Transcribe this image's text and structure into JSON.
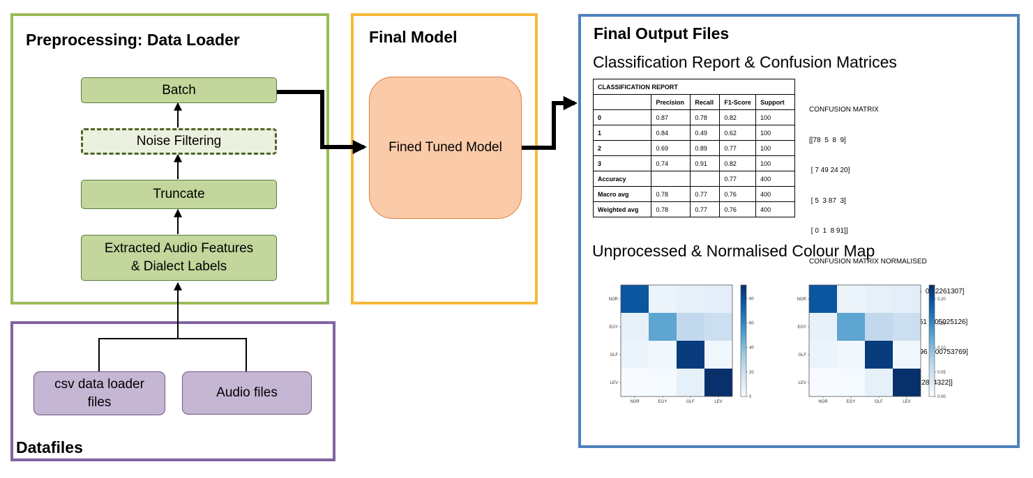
{
  "preprocessing": {
    "title": "Preprocessing: Data Loader",
    "steps": {
      "batch": "Batch",
      "noise": "Noise Filtering",
      "truncate": "Truncate",
      "extract_line1": "Extracted Audio Features",
      "extract_line2": "& Dialect Labels"
    }
  },
  "datafiles": {
    "title": "Datafiles",
    "csv_line1": "csv data loader",
    "csv_line2": "files",
    "audio": "Audio files"
  },
  "final_model": {
    "title": "Final Model",
    "box": "Fined Tuned Model"
  },
  "output": {
    "title": "Final Output Files",
    "report_heading": "Classification Report & Confusion Matrices",
    "colourmap_heading": "Unprocessed & Normalised Colour Map",
    "report": {
      "title": "CLASSIFICATION REPORT",
      "headers": [
        "",
        "Precision",
        "Recall",
        "F1-Score",
        "Support"
      ],
      "rows": [
        [
          "0",
          "0.87",
          "0.78",
          "0.82",
          "100"
        ],
        [
          "1",
          "0.84",
          "0.49",
          "0.62",
          "100"
        ],
        [
          "2",
          "0.69",
          "0.89",
          "0.77",
          "100"
        ],
        [
          "3",
          "0.74",
          "0.91",
          "0.82",
          "100"
        ],
        [
          "Accuracy",
          "",
          "",
          "0.77",
          "400"
        ],
        [
          "Macro avg",
          "0.78",
          "0.77",
          "0.76",
          "400"
        ],
        [
          "Weighted avg",
          "0.78",
          "0.77",
          "0.76",
          "400"
        ]
      ]
    },
    "confusion_title": "CONFUSION MATRIX",
    "confusion_lines": [
      "[[78  5  8  9]",
      " [ 7 49 24 20]",
      " [ 5  3 87  3]",
      " [ 0  1  8 91]]"
    ],
    "normalised_title": "CONFUSION MATRIX NORMALISED",
    "normalised_lines": [
      "[[0.1959799  0.01256281 0.0201005  0.02261307]",
      " [0.01758794 0.12311558 0.06030151 0.05025126]",
      " [0.01256281 0.00753769 0.21859296 0.00753769]",
      " [0.         0.00251256 0.0201005  0.22864322]]"
    ]
  },
  "chart_data": [
    {
      "type": "heatmap",
      "categories": [
        "NOR",
        "EGY",
        "GLF",
        "LEV"
      ],
      "values": [
        [
          78,
          5,
          8,
          9
        ],
        [
          7,
          49,
          24,
          20
        ],
        [
          5,
          3,
          87,
          3
        ],
        [
          0,
          1,
          8,
          91
        ]
      ],
      "colorbar_ticks": [
        "0",
        "20",
        "40",
        "60",
        "80"
      ],
      "colorbar_range": [
        0,
        91
      ],
      "colormap": "Blues"
    },
    {
      "type": "heatmap",
      "categories": [
        "NOR",
        "EGY",
        "GLF",
        "LEV"
      ],
      "values": [
        [
          0.1959799,
          0.01256281,
          0.0201005,
          0.02261307
        ],
        [
          0.01758794,
          0.12311558,
          0.06030151,
          0.05025126
        ],
        [
          0.01256281,
          0.00753769,
          0.21859296,
          0.00753769
        ],
        [
          0,
          0.00251256,
          0.0201005,
          0.22864322
        ]
      ],
      "colorbar_ticks": [
        "0.00",
        "0.05",
        "0.10",
        "0.15",
        "0.20"
      ],
      "colorbar_range": [
        0,
        0.22864322
      ],
      "colormap": "Blues"
    }
  ],
  "colors": {
    "preprocessing_border": "#9bbb59",
    "datafiles_border": "#8064a2",
    "final_model_border": "#f6b93b",
    "output_border": "#4f81bd",
    "model_fill": "#fbcba9",
    "model_border": "#e07b39"
  }
}
